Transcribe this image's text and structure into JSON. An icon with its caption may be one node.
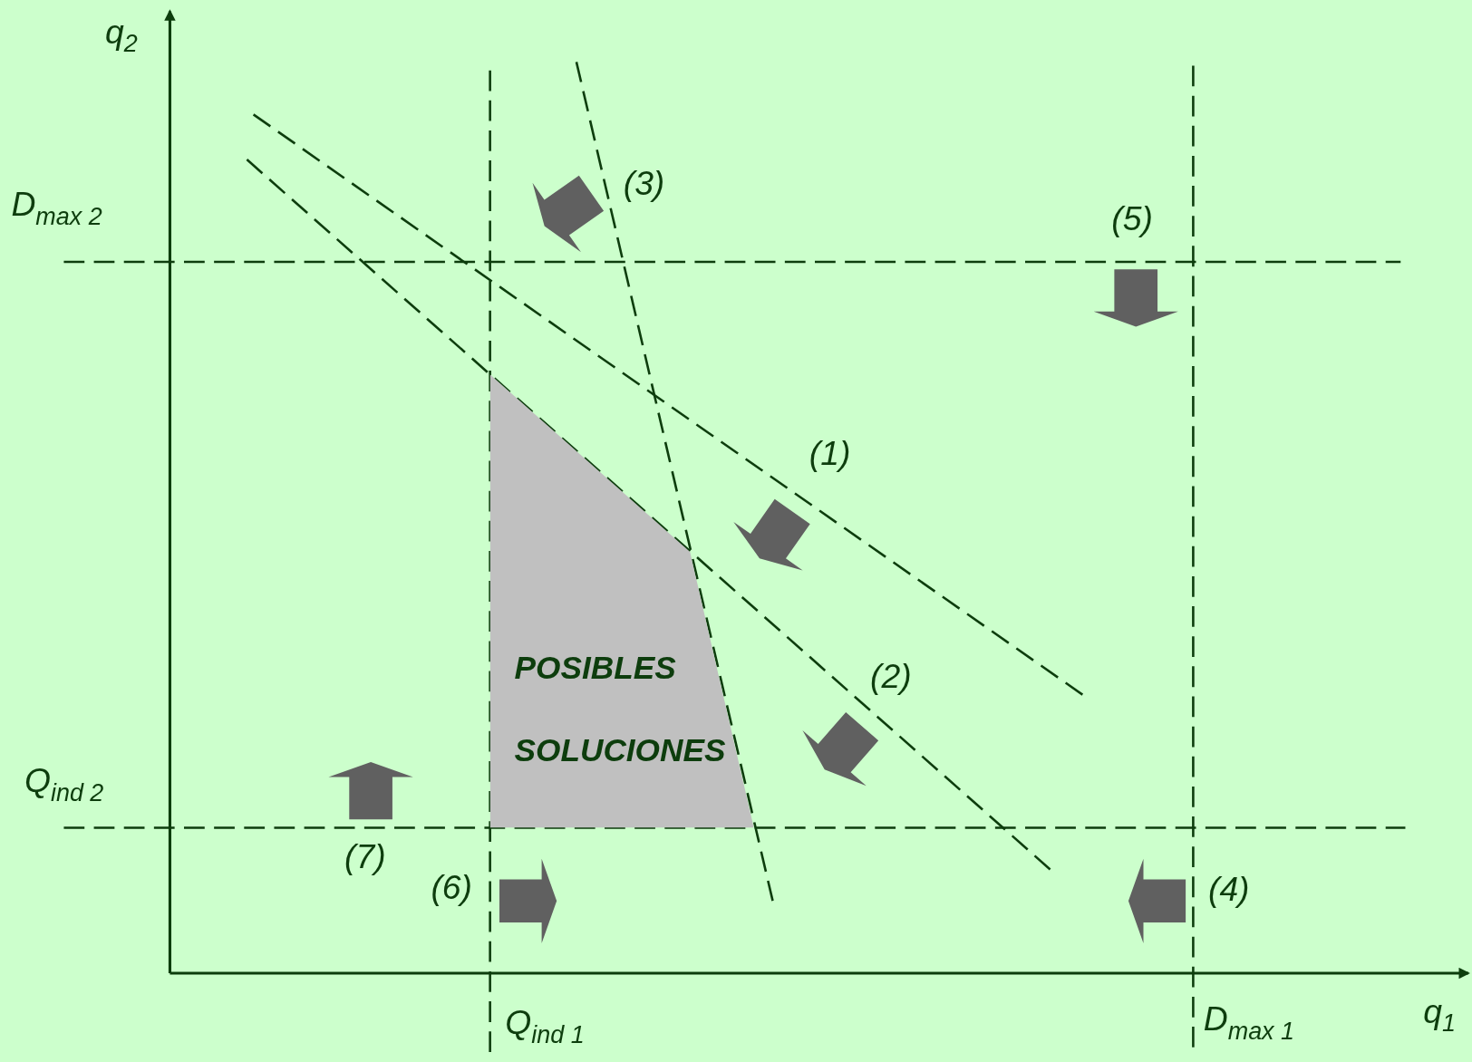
{
  "diagram": {
    "nodes": [
      {
        "text": [
          "POSIBLES SOLUCIONES"
        ]
      }
    ],
    "labels": [
      "q$_{2}$",
      "D$_{max 2}$",
      "(3)",
      "(5)",
      "(1)",
      "(2)",
      "Q$_{ind 2}$",
      "(7)",
      "(6)",
      "(4)",
      "q$_{1}$",
      "Q$_{ind 1}$",
      "D$_{max 1}$"
    ]
  }
}
